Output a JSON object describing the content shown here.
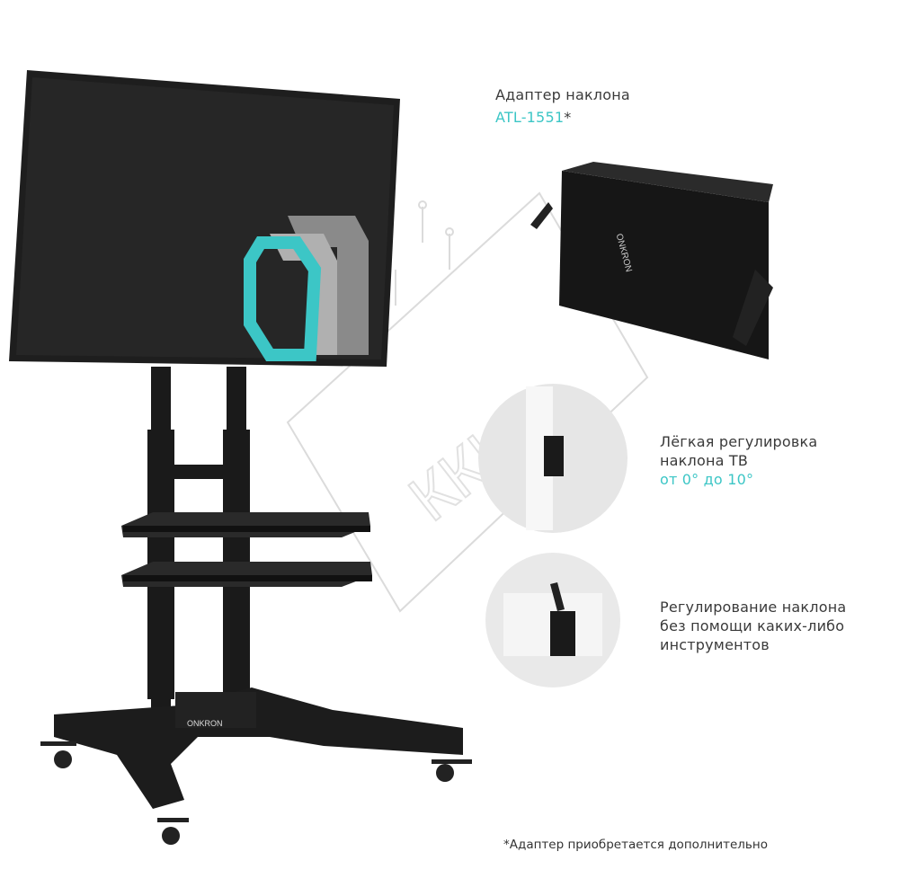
{
  "adapter": {
    "title": "Адаптер наклона",
    "model": "ATL-1551",
    "asterisk": "*",
    "brand_logo_text": "ONKRON"
  },
  "feature1": {
    "line1": "Лёгкая регулировка",
    "line2": "наклона ТВ",
    "range": "от 0° до 10°"
  },
  "feature2": {
    "line1": "Регулирование наклона",
    "line2": "без помощи каких-либо",
    "line3": "инструментов"
  },
  "footnote": "*Адаптер приобретается дополнительно",
  "stand_logo_text": "ONKRON",
  "watermark_text": "ККЦ",
  "colors": {
    "accent": "#3cc6c6",
    "text": "#3a3a3a",
    "tv": "#222222"
  }
}
